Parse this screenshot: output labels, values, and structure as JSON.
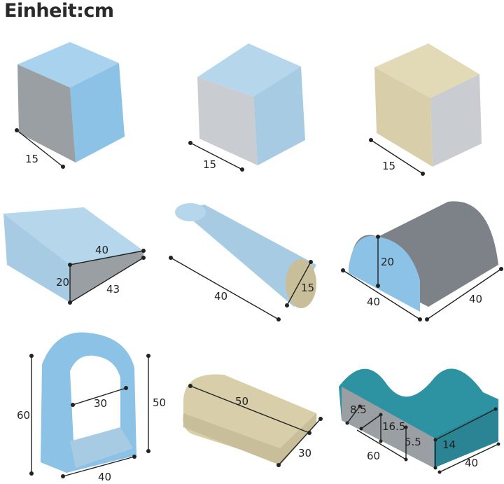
{
  "title": "Einheit:cm",
  "colors": {
    "blue": "#8cc2e6",
    "blue_light": "#b6d6ec",
    "gray": "#9a9fa4",
    "gray_dark": "#7c8288",
    "beige": "#d8ceaa",
    "teal": "#2d93a3",
    "silver": "#c9ccd0"
  },
  "items": [
    {
      "name": "cube-blue-gray",
      "dims": [
        "15"
      ]
    },
    {
      "name": "cube-lightblue-silver",
      "dims": [
        "15"
      ]
    },
    {
      "name": "cube-beige-silver",
      "dims": [
        "15"
      ]
    },
    {
      "name": "wedge",
      "dims": [
        "40",
        "20",
        "43"
      ]
    },
    {
      "name": "cylinder",
      "dims": [
        "40",
        "15"
      ]
    },
    {
      "name": "half-round",
      "dims": [
        "20",
        "40",
        "40"
      ]
    },
    {
      "name": "arch",
      "dims": [
        "60",
        "30",
        "50",
        "40"
      ]
    },
    {
      "name": "round-mat",
      "dims": [
        "50",
        "30"
      ]
    },
    {
      "name": "wave",
      "dims": [
        "8.5",
        "16.5",
        "5.5",
        "14",
        "60",
        "40"
      ]
    }
  ]
}
